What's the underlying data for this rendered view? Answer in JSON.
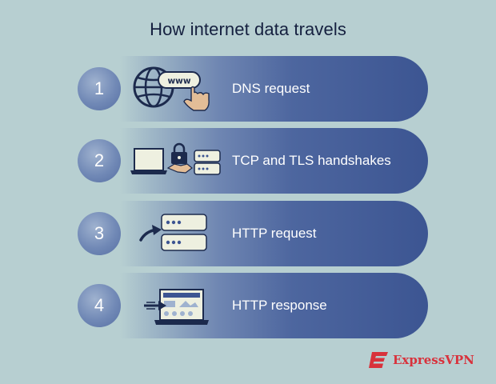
{
  "title": "How internet data travels",
  "steps": [
    {
      "number": "1",
      "label": "DNS request",
      "icon": "globe-www-pointer-icon"
    },
    {
      "number": "2",
      "label": "TCP and TLS handshakes",
      "icon": "laptop-handshake-server-icon"
    },
    {
      "number": "3",
      "label": "HTTP request",
      "icon": "arrow-server-icon"
    },
    {
      "number": "4",
      "label": "HTTP response",
      "icon": "arrow-laptop-webpage-icon"
    }
  ],
  "brand": {
    "name": "ExpressVPN",
    "color": "#d8323c"
  },
  "colors": {
    "background": "#b7cfd1",
    "pill": "#3c5592",
    "circle": "#6a82b2",
    "title": "#15203f"
  }
}
